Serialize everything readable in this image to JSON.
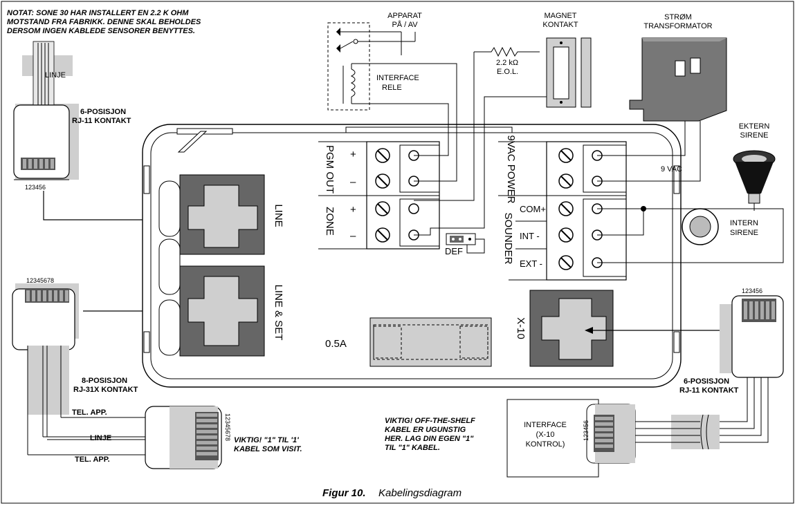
{
  "note": {
    "line1": "NOTAT: SONE 30 HAR INSTALLERT EN 2.2 K OHM",
    "line2": "MOTSTAND FRA FABRIKK. DENNE SKAL BEHOLDES",
    "line3": "DERSOM INGEN KABLEDE SENSORER BENYTTES."
  },
  "device_switch": {
    "line1": "APPARAT",
    "line2": "PÅ / AV"
  },
  "magnet_contact": {
    "line1": "MAGNET",
    "line2": "KONTAKT"
  },
  "transformer": {
    "line1": "STRØM",
    "line2": "TRANSFORMATOR"
  },
  "eol_resistor": {
    "value": "2.2 kΩ",
    "label": "E.O.L."
  },
  "relay": {
    "line1": "INTERFACE",
    "line2": "RELE"
  },
  "line_wire_label": "LINJE",
  "rj11_top": {
    "line1": "6-POSISJON",
    "line2": "RJ-11 KONTAKT",
    "pins": "123456"
  },
  "rj31x": {
    "line1": "8-POSISJON",
    "line2": "RJ-31X KONTAKT",
    "pins": "12345678"
  },
  "rj11_right": {
    "line1": "6-POSISJON",
    "line2": "RJ-11 KONTAKT",
    "pins": "123456"
  },
  "jacks": {
    "line": "LINE",
    "line_set": "LINE & SET",
    "x10": "X-10"
  },
  "terminals": {
    "pgm_out": "PGM OUT",
    "zone": "ZONE",
    "plus": "+",
    "minus": "–",
    "power": "9VAC POWER",
    "sounder": "SOUNDER",
    "com": "COM+",
    "int": "INT -",
    "ext": "EXT -"
  },
  "def_label": "DEF",
  "fuse_label": "0.5A",
  "vac_label": "9 VAC",
  "external_siren": {
    "line1": "EKTERN",
    "line2": "SIRENE"
  },
  "internal_siren": {
    "line1": "INTERN",
    "line2": "SIRENE"
  },
  "tel_app_1": "TEL. APP.",
  "tel_app_2": "TEL. APP.",
  "linje_bottom": "LINJE",
  "plug_pins": "12345678",
  "warning_cable": {
    "line1": "VIKTIG! \"1\" TIL '1'",
    "line2": "KABEL SOM VISIT."
  },
  "warning_offshelf": {
    "line1": "VIKTIG! OFF-THE-SHELF",
    "line2": "KABEL ER UGUNSTIG",
    "line3": "HER. LAG DIN EGEN \"1\"",
    "line4": "TIL \"1\" KABEL."
  },
  "interface_box": {
    "line1": "INTERFACE",
    "line2": "(X-10",
    "line3": "KONTROL)"
  },
  "interface_pins": "123456",
  "caption": {
    "figure": "Figur 10.",
    "title": "Kabelingsdiagram"
  }
}
